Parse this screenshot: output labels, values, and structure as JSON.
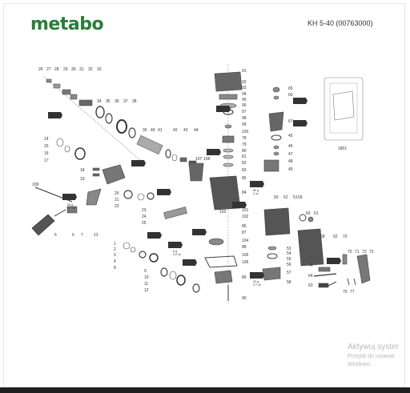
{
  "header": {
    "brand": "metabo",
    "model": "KH 5-40 (00763000)"
  },
  "colors": {
    "brand_green": "#2a7d3a",
    "part_gray": "#555555",
    "tag_fill": "#333333",
    "light_gray": "#cccccc"
  },
  "parts": [
    "1",
    "2",
    "3",
    "4",
    "5",
    "6",
    "7",
    "8",
    "9",
    "10",
    "11",
    "12",
    "13",
    "14",
    "15",
    "16",
    "17",
    "18",
    "19",
    "20",
    "21",
    "22",
    "23",
    "24",
    "25",
    "26",
    "27",
    "28",
    "29",
    "30",
    "31",
    "32",
    "33",
    "34",
    "35",
    "36",
    "37",
    "38",
    "39",
    "40",
    "41",
    "42",
    "43",
    "44",
    "45",
    "46",
    "47",
    "48",
    "49",
    "50",
    "51",
    "52",
    "53",
    "54",
    "55",
    "56",
    "57",
    "58",
    "59",
    "60",
    "61",
    "62",
    "63",
    "64",
    "65",
    "66",
    "67",
    "68",
    "70",
    "71",
    "72",
    "73",
    "74",
    "75",
    "76",
    "77",
    "78",
    "79",
    "80",
    "81",
    "82",
    "83",
    "84",
    "85",
    "86",
    "87",
    "88",
    "89",
    "90",
    "91",
    "92",
    "93",
    "94",
    "95",
    "96",
    "97",
    "98",
    "99",
    "100",
    "101",
    "102",
    "103",
    "104",
    "105",
    "106",
    "107",
    "108",
    "109",
    "1801"
  ],
  "grease_notes": {
    "n109": [
      "28 g",
      "0.7 oz"
    ],
    "n84": [
      "80 g",
      "2 oz"
    ],
    "n86": [
      "6 g",
      "0.2 oz"
    ],
    "n89": [
      "20 g",
      "0.7 oz"
    ]
  },
  "watermark": {
    "line1": "Aktywuj syster",
    "line2": "Przejdź do ustawie",
    "line3": "Windows."
  }
}
